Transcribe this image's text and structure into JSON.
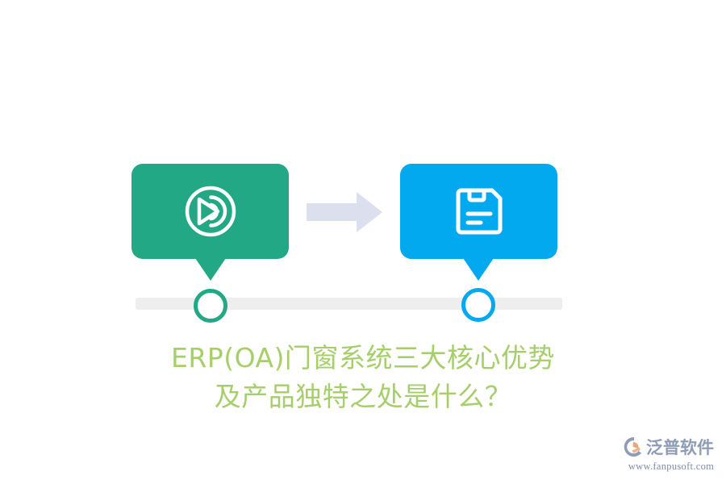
{
  "meta": {
    "background_color": "#ffffff"
  },
  "flow": {
    "steps": [
      {
        "id": "step-1",
        "icon": "broadcast-signal-icon",
        "color": "#22a884",
        "node_label": ""
      },
      {
        "id": "step-2",
        "icon": "save-document-icon",
        "color": "#03a9ef",
        "node_label": ""
      }
    ],
    "connector": {
      "icon": "right-arrow-icon",
      "color": "#dcdfee"
    },
    "timeline": {
      "track_color": "#eeeeee"
    }
  },
  "caption": {
    "color": "#a6ce6a",
    "line1": "ERP(OA)门窗系统三大核心优势",
    "line2": "及产品独特之处是什么？"
  },
  "watermark": {
    "brand": "泛普软件",
    "url": "www.fanpusoft.com",
    "logo_icon": "fanpu-logo-icon",
    "brand_color": "#8e9cb5",
    "accent_color": "#e8a87c"
  }
}
